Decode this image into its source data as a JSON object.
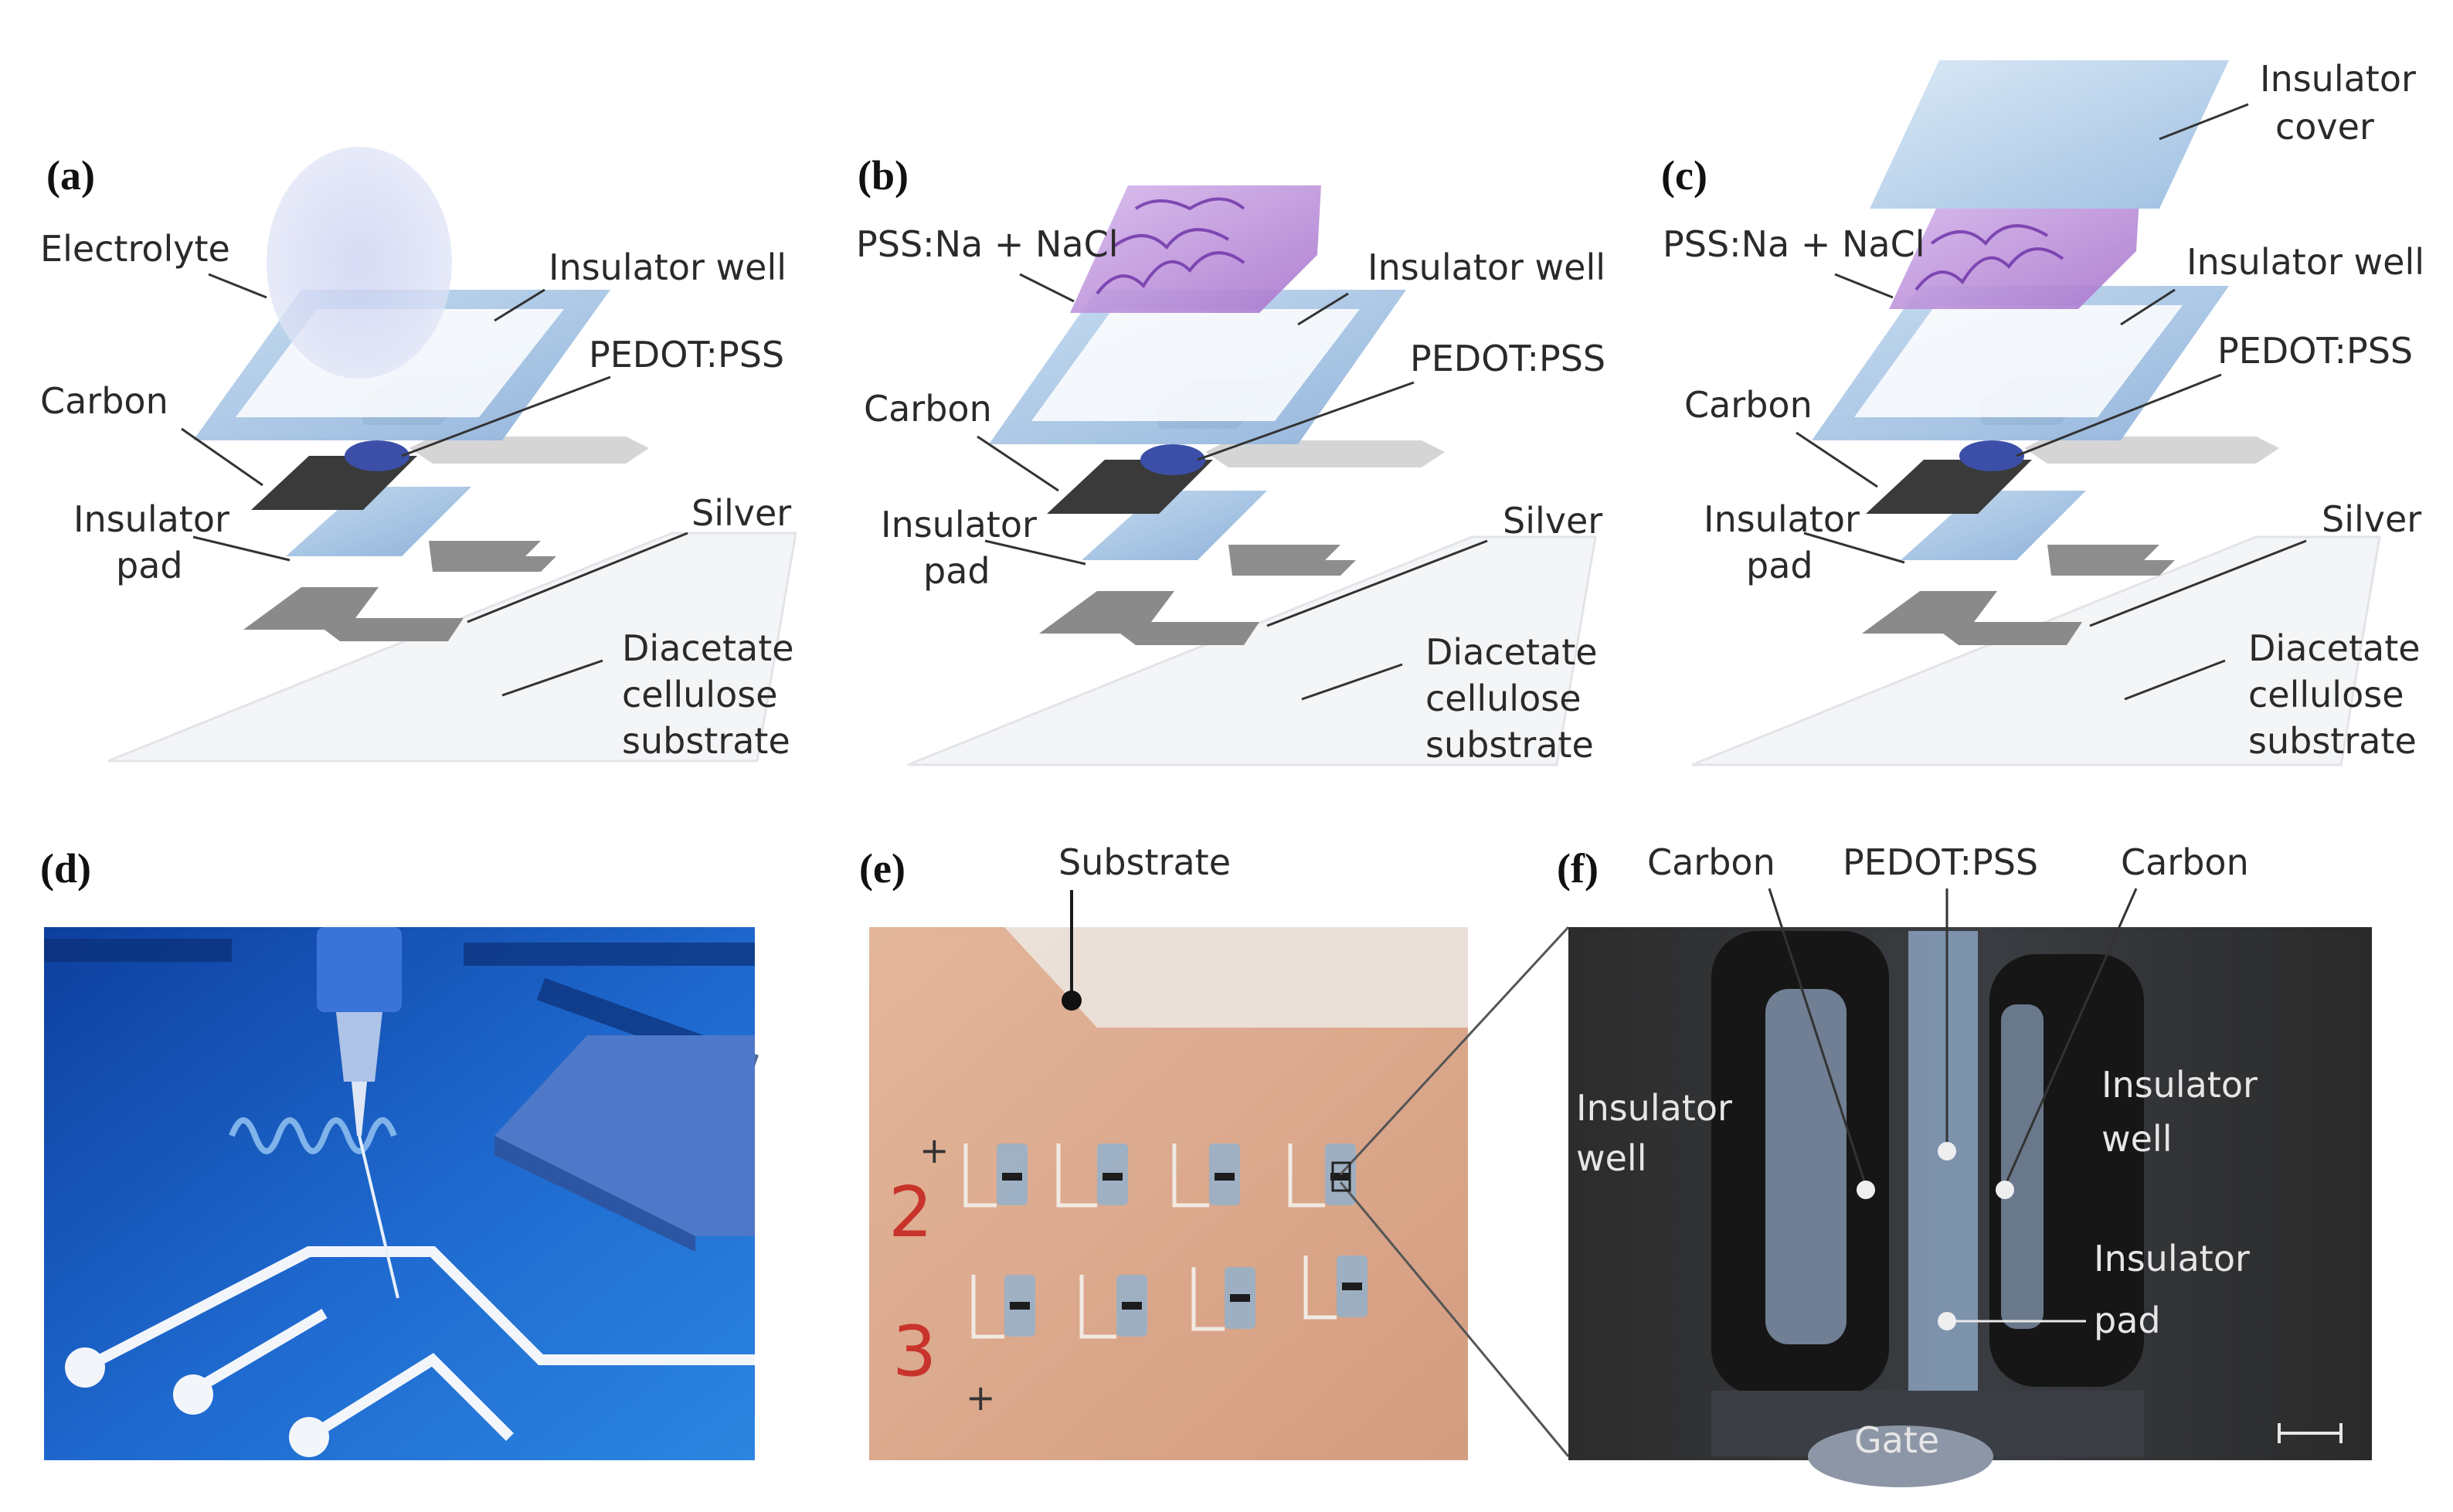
{
  "panels": {
    "a": {
      "letter": "(a)",
      "labels": {
        "electrolyte": "Electrolyte",
        "insulator_well": "Insulator well",
        "pedot": "PEDOT:PSS",
        "carbon": "Carbon",
        "insulator_pad_1": "Insulator",
        "insulator_pad_2": "pad",
        "silver": "Silver",
        "sub1": "Diacetate",
        "sub2": "cellulose",
        "sub3": "substrate"
      }
    },
    "b": {
      "letter": "(b)",
      "labels": {
        "pss": "PSS:Na + NaCl",
        "insulator_well": "Insulator well",
        "pedot": "PEDOT:PSS",
        "carbon": "Carbon",
        "insulator_pad_1": "Insulator",
        "insulator_pad_2": "pad",
        "silver": "Silver",
        "sub1": "Diacetate",
        "sub2": "cellulose",
        "sub3": "substrate"
      }
    },
    "c": {
      "letter": "(c)",
      "labels": {
        "cover1": "Insulator",
        "cover2": "cover",
        "pss": "PSS:Na + NaCl",
        "insulator_well": "Insulator well",
        "pedot": "PEDOT:PSS",
        "carbon": "Carbon",
        "insulator_pad_1": "Insulator",
        "insulator_pad_2": "pad",
        "silver": "Silver",
        "sub1": "Diacetate",
        "sub2": "cellulose",
        "sub3": "substrate"
      }
    },
    "d": {
      "letter": "(d)"
    },
    "e": {
      "letter": "(e)",
      "labels": {
        "substrate": "Substrate",
        "row2": "2",
        "row3": "3",
        "plus": "+"
      }
    },
    "f": {
      "letter": "(f)",
      "labels": {
        "carbon_left": "Carbon",
        "pedot": "PEDOT:PSS",
        "carbon_right": "Carbon",
        "well_left_1": "Insulator",
        "well_left_2": "well",
        "well_right_1": "Insulator",
        "well_right_2": "well",
        "pad1": "Insulator",
        "pad2": "pad",
        "gate": "Gate"
      }
    }
  },
  "colors": {
    "insulator": "#a9c6e4",
    "carbon": "#3a3a3a",
    "silver": "#8c8c8c",
    "pss": "#b98fd6",
    "pedot": "#3b4fa8",
    "board": "#1a56b8"
  }
}
